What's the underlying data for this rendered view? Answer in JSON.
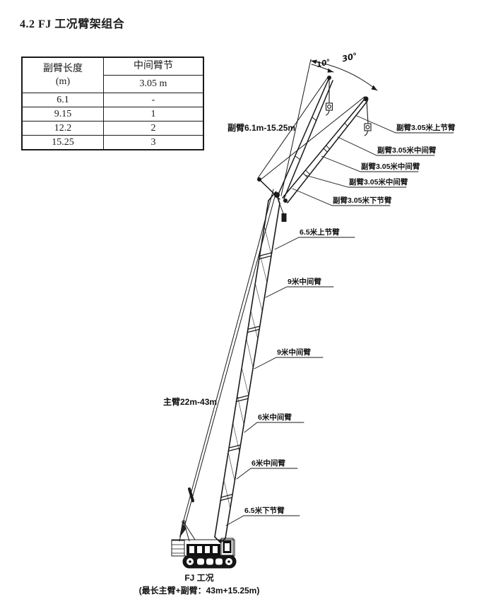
{
  "page": {
    "title": "4.2 FJ 工况臂架组合"
  },
  "table": {
    "col1_header": "副臂长度",
    "col1_header_unit": "(m)",
    "col2_header": "中间臂节",
    "col2_subheader": "3.05 m",
    "rows": [
      {
        "length": "6.1",
        "mid_sections": "-"
      },
      {
        "length": "9.15",
        "mid_sections": "1"
      },
      {
        "length": "12.2",
        "mid_sections": "2"
      },
      {
        "length": "15.25",
        "mid_sections": "3"
      }
    ]
  },
  "diagram": {
    "angles": {
      "jib_offset_small": "10°",
      "jib_offset_large": "30°"
    },
    "jib_range_label": "副臂6.1m-15.25m",
    "main_boom_label": "主臂22m-43m",
    "jib_section_labels": [
      "副臂3.05米上节臂",
      "副臂3.05米中间臂",
      "副臂3.05米中间臂",
      "副臂3.05米中间臂",
      "副臂3.05米下节臂"
    ],
    "boom_section_labels": [
      "6.5米上节臂",
      "9米中间臂",
      "9米中间臂",
      "6米中间臂",
      "6米中间臂",
      "6.5米下节臂"
    ],
    "caption": {
      "line1": "FJ 工况",
      "line2": "(最长主臂+副臂：43m+15.25m)"
    }
  }
}
